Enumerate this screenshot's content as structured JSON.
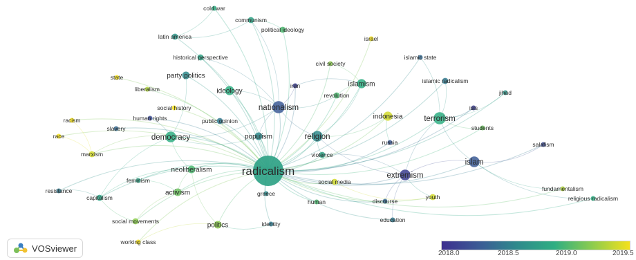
{
  "app": {
    "name": "VOSviewer"
  },
  "legend": {
    "ticks": [
      "2018.0",
      "2018.5",
      "2019.0",
      "2019.5"
    ],
    "colors": [
      "#3d2f8f",
      "#3b5b95",
      "#2f8a8c",
      "#2fae82",
      "#8ccc4e",
      "#f5e11c"
    ]
  },
  "nodes": [
    {
      "label": "radicalism",
      "year": 2018.8,
      "weight": 10
    },
    {
      "label": "nationalism",
      "year": 2018.3,
      "weight": 4
    },
    {
      "label": "democracy",
      "year": 2018.9,
      "weight": 3.5
    },
    {
      "label": "religion",
      "year": 2018.6,
      "weight": 3.5
    },
    {
      "label": "terrorism",
      "year": 2018.9,
      "weight": 4
    },
    {
      "label": "islam",
      "year": 2018.3,
      "weight": 3.5
    },
    {
      "label": "extremism",
      "year": 2018.1,
      "weight": 3.5
    },
    {
      "label": "indonesia",
      "year": 2019.4,
      "weight": 3
    },
    {
      "label": "islamism",
      "year": 2018.9,
      "weight": 3
    },
    {
      "label": "ideology",
      "year": 2018.9,
      "weight": 3
    },
    {
      "label": "neoliberalism",
      "year": 2019.0,
      "weight": 2.5
    },
    {
      "label": "activism",
      "year": 2019.1,
      "weight": 2.5
    },
    {
      "label": "populism",
      "year": 2018.6,
      "weight": 2.5
    },
    {
      "label": "party politics",
      "year": 2018.6,
      "weight": 2.5
    },
    {
      "label": "historical perspective",
      "year": 2018.8,
      "weight": 2
    },
    {
      "label": "political ideology",
      "year": 2019.0,
      "weight": 2
    },
    {
      "label": "communism",
      "year": 2018.8,
      "weight": 2
    },
    {
      "label": "cold war",
      "year": 2018.9,
      "weight": 1.5
    },
    {
      "label": "latin america",
      "year": 2018.7,
      "weight": 2
    },
    {
      "label": "israel",
      "year": 2019.5,
      "weight": 1.5
    },
    {
      "label": "islamic state",
      "year": 2018.4,
      "weight": 1.5
    },
    {
      "label": "civil society",
      "year": 2019.2,
      "weight": 1.5
    },
    {
      "label": "iran",
      "year": 2018.1,
      "weight": 1.5
    },
    {
      "label": "revolution",
      "year": 2019.0,
      "weight": 2
    },
    {
      "label": "islamic radicalism",
      "year": 2018.5,
      "weight": 2
    },
    {
      "label": "jihad",
      "year": 2018.7,
      "weight": 1.5
    },
    {
      "label": "isis",
      "year": 2018.1,
      "weight": 1.5
    },
    {
      "label": "students",
      "year": 2019.1,
      "weight": 1.5
    },
    {
      "label": "salafism",
      "year": 2018.2,
      "weight": 1.5
    },
    {
      "label": "russia",
      "year": 2018.3,
      "weight": 1.5
    },
    {
      "label": "violence",
      "year": 2018.8,
      "weight": 2
    },
    {
      "label": "social media",
      "year": 2019.4,
      "weight": 2
    },
    {
      "label": "fundamentalism",
      "year": 2019.3,
      "weight": 1.5
    },
    {
      "label": "religious radicalism",
      "year": 2018.9,
      "weight": 1.5
    },
    {
      "label": "youth",
      "year": 2019.4,
      "weight": 2
    },
    {
      "label": "discourse",
      "year": 2018.4,
      "weight": 1.5
    },
    {
      "label": "education",
      "year": 2018.5,
      "weight": 1.5
    },
    {
      "label": "human",
      "year": 2019.0,
      "weight": 1.5
    },
    {
      "label": "greece",
      "year": 2018.6,
      "weight": 1.5
    },
    {
      "label": "identity",
      "year": 2018.5,
      "weight": 1.5
    },
    {
      "label": "politics",
      "year": 2019.2,
      "weight": 2.5
    },
    {
      "label": "social movements",
      "year": 2019.2,
      "weight": 2
    },
    {
      "label": "working class",
      "year": 2019.5,
      "weight": 1.5
    },
    {
      "label": "capitalism",
      "year": 2018.8,
      "weight": 2
    },
    {
      "label": "resistance",
      "year": 2018.5,
      "weight": 1.5
    },
    {
      "label": "feminism",
      "year": 2018.8,
      "weight": 1.5
    },
    {
      "label": "marxism",
      "year": 2019.4,
      "weight": 2
    },
    {
      "label": "race",
      "year": 2019.5,
      "weight": 1.5
    },
    {
      "label": "slavery",
      "year": 2018.4,
      "weight": 1.5
    },
    {
      "label": "racism",
      "year": 2019.5,
      "weight": 1.5
    },
    {
      "label": "human rights",
      "year": 2018.2,
      "weight": 1.5
    },
    {
      "label": "public opinion",
      "year": 2018.5,
      "weight": 2
    },
    {
      "label": "social history",
      "year": 2019.5,
      "weight": 1.5
    },
    {
      "label": "liberalism",
      "year": 2019.3,
      "weight": 1.5
    },
    {
      "label": "state",
      "year": 2019.5,
      "weight": 1.5
    }
  ],
  "edges": [
    [
      "radicalism",
      "nationalism"
    ],
    [
      "radicalism",
      "democracy"
    ],
    [
      "radicalism",
      "religion"
    ],
    [
      "radicalism",
      "terrorism"
    ],
    [
      "radicalism",
      "islam"
    ],
    [
      "radicalism",
      "extremism"
    ],
    [
      "radicalism",
      "indonesia"
    ],
    [
      "radicalism",
      "islamism"
    ],
    [
      "radicalism",
      "ideology"
    ],
    [
      "radicalism",
      "neoliberalism"
    ],
    [
      "radicalism",
      "activism"
    ],
    [
      "radicalism",
      "populism"
    ],
    [
      "radicalism",
      "party politics"
    ],
    [
      "radicalism",
      "historical perspective"
    ],
    [
      "radicalism",
      "political ideology"
    ],
    [
      "radicalism",
      "communism"
    ],
    [
      "radicalism",
      "cold war"
    ],
    [
      "radicalism",
      "latin america"
    ],
    [
      "radicalism",
      "israel"
    ],
    [
      "radicalism",
      "islamic state"
    ],
    [
      "radicalism",
      "civil society"
    ],
    [
      "radicalism",
      "iran"
    ],
    [
      "radicalism",
      "revolution"
    ],
    [
      "radicalism",
      "islamic radicalism"
    ],
    [
      "radicalism",
      "jihad"
    ],
    [
      "radicalism",
      "isis"
    ],
    [
      "radicalism",
      "students"
    ],
    [
      "radicalism",
      "salafism"
    ],
    [
      "radicalism",
      "russia"
    ],
    [
      "radicalism",
      "violence"
    ],
    [
      "radicalism",
      "social media"
    ],
    [
      "radicalism",
      "fundamentalism"
    ],
    [
      "radicalism",
      "religious radicalism"
    ],
    [
      "radicalism",
      "youth"
    ],
    [
      "radicalism",
      "discourse"
    ],
    [
      "radicalism",
      "education"
    ],
    [
      "radicalism",
      "human"
    ],
    [
      "radicalism",
      "greece"
    ],
    [
      "radicalism",
      "identity"
    ],
    [
      "radicalism",
      "politics"
    ],
    [
      "radicalism",
      "social movements"
    ],
    [
      "radicalism",
      "working class"
    ],
    [
      "radicalism",
      "capitalism"
    ],
    [
      "radicalism",
      "resistance"
    ],
    [
      "radicalism",
      "feminism"
    ],
    [
      "radicalism",
      "marxism"
    ],
    [
      "radicalism",
      "race"
    ],
    [
      "radicalism",
      "slavery"
    ],
    [
      "radicalism",
      "racism"
    ],
    [
      "radicalism",
      "human rights"
    ],
    [
      "radicalism",
      "public opinion"
    ],
    [
      "radicalism",
      "social history"
    ],
    [
      "radicalism",
      "liberalism"
    ],
    [
      "radicalism",
      "state"
    ],
    [
      "terrorism",
      "islam"
    ],
    [
      "terrorism",
      "jihad"
    ],
    [
      "terrorism",
      "isis"
    ],
    [
      "terrorism",
      "islamic radicalism"
    ],
    [
      "terrorism",
      "extremism"
    ],
    [
      "terrorism",
      "islamic state"
    ],
    [
      "terrorism",
      "students"
    ],
    [
      "islam",
      "salafism"
    ],
    [
      "islam",
      "fundamentalism"
    ],
    [
      "islam",
      "extremism"
    ],
    [
      "islam",
      "religious radicalism"
    ],
    [
      "extremism",
      "youth"
    ],
    [
      "extremism",
      "education"
    ],
    [
      "extremism",
      "discourse"
    ],
    [
      "extremism",
      "violence"
    ],
    [
      "democracy",
      "populism"
    ],
    [
      "democracy",
      "nationalism"
    ],
    [
      "democracy",
      "capitalism"
    ],
    [
      "democracy",
      "marxism"
    ],
    [
      "democracy",
      "party politics"
    ],
    [
      "democracy",
      "neoliberalism"
    ],
    [
      "democracy",
      "human rights"
    ],
    [
      "nationalism",
      "ideology"
    ],
    [
      "nationalism",
      "religion"
    ],
    [
      "nationalism",
      "populism"
    ],
    [
      "nationalism",
      "revolution"
    ],
    [
      "nationalism",
      "historical perspective"
    ],
    [
      "nationalism",
      "communism"
    ],
    [
      "nationalism",
      "iran"
    ],
    [
      "religion",
      "indonesia"
    ],
    [
      "religion",
      "islamism"
    ],
    [
      "religion",
      "violence"
    ],
    [
      "religion",
      "extremism"
    ],
    [
      "neoliberalism",
      "activism"
    ],
    [
      "neoliberalism",
      "capitalism"
    ],
    [
      "neoliberalism",
      "politics"
    ],
    [
      "activism",
      "feminism"
    ],
    [
      "activism",
      "social movements"
    ],
    [
      "capitalism",
      "resistance"
    ],
    [
      "capitalism",
      "social movements"
    ],
    [
      "marxism",
      "race"
    ],
    [
      "marxism",
      "racism"
    ],
    [
      "latin america",
      "cold war"
    ],
    [
      "latin america",
      "communism"
    ],
    [
      "political ideology",
      "communism"
    ],
    [
      "islamism",
      "revolution"
    ],
    [
      "islamism",
      "civil society"
    ],
    [
      "islamism",
      "iran"
    ],
    [
      "indonesia",
      "russia"
    ],
    [
      "politics",
      "identity"
    ],
    [
      "politics",
      "working class"
    ],
    [
      "social media",
      "youth"
    ]
  ]
}
